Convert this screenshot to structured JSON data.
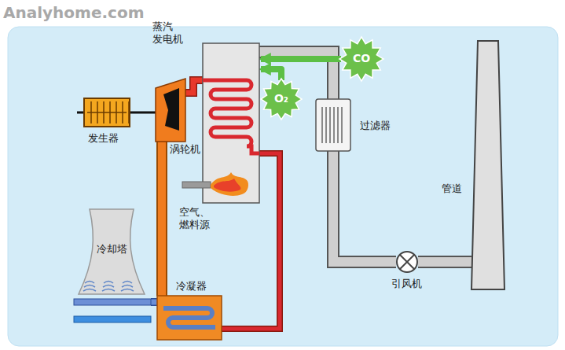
{
  "diagram": {
    "nodes": [
      {
        "text": [
          "蒸汽 发电机"
        ]
      },
      {
        "text": [
          "CO"
        ]
      },
      {
        "text": [
          "O₂"
        ]
      },
      {
        "text": [
          "发生器"
        ]
      },
      {
        "text": [
          "涡轮机"
        ]
      },
      {
        "text": [
          "过滤器"
        ]
      },
      {
        "text": [
          "管道"
        ]
      },
      {
        "text": [
          "冷却塔"
        ]
      },
      {
        "text": [
          "冷凝器"
        ]
      },
      {
        "text": [
          "引风机"
        ]
      }
    ],
    "edges": [
      {
        "from": 3,
        "to": 4,
        "arrow": "none"
      },
      {
        "from": 0,
        "to": 4,
        "arrow": "none"
      },
      {
        "from": 4,
        "to": 8,
        "arrow": "none"
      },
      {
        "from": 8,
        "to": 0,
        "arrow": "none"
      },
      {
        "from": 7,
        "to": 8,
        "arrow": "none"
      },
      {
        "from": 0,
        "to": 5,
        "arrow": "none"
      },
      {
        "from": 5,
        "to": 9,
        "arrow": "none"
      },
      {
        "from": 9,
        "to": 6,
        "arrow": "none"
      },
      {
        "from": 1,
        "to": 0,
        "arrow": "to"
      },
      {
        "from": 2,
        "to": 0,
        "arrow": "to"
      }
    ],
    "labels": [
      "Analyhome.com",
      "空气、 燃料源"
    ]
  }
}
